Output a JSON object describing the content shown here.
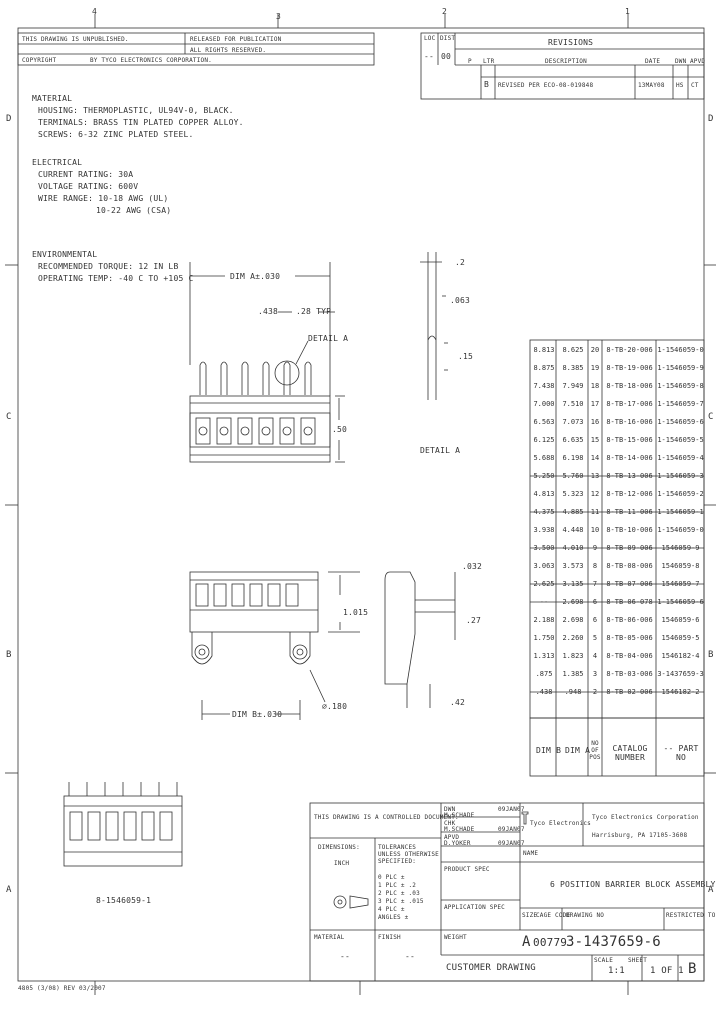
{
  "zones": {
    "top": [
      "4",
      "3",
      "2",
      "1"
    ],
    "left": [
      "D",
      "C",
      "B",
      "A"
    ],
    "right": [
      "D",
      "C",
      "B",
      "A"
    ]
  },
  "header": {
    "line1": "THIS DRAWING IS UNPUBLISHED.",
    "line2": "RELEASED FOR PUBLICATION",
    "line3": "ALL RIGHTS RESERVED.",
    "copyright": "COPYRIGHT",
    "by": "BY TYCO ELECTRONICS CORPORATION.",
    "loc": "LOC",
    "dist": "DIST",
    "loc_value": "--",
    "dist_value": "00"
  },
  "revisions": {
    "title": "REVISIONS",
    "columns": [
      "P",
      "LTR",
      "DESCRIPTION",
      "DATE",
      "DWN",
      "APVD"
    ],
    "rows": [
      {
        "ltr": "B",
        "description": "REVISED PER ECO-08-019848",
        "date": "13MAY08",
        "dwn": "HS",
        "apvd": "CT"
      }
    ]
  },
  "notes": {
    "material": "MATERIAL",
    "housing": "HOUSING: THERMOPLASTIC, UL94V-0, BLACK.",
    "terminals": "TERMINALS: BRASS TIN PLATED COPPER ALLOY.",
    "screws": "SCREWS: 6-32 ZINC PLATED STEEL.",
    "electrical": "ELECTRICAL",
    "current": "CURRENT RATING: 30A",
    "voltage": "VOLTAGE RATING: 600V",
    "wire1": "WIRE RANGE: 10-18 AWG (UL)",
    "wire2": "10-22 AWG (CSA)",
    "environmental": "ENVIRONMENTAL",
    "torque": "RECOMMENDED TORQUE: 12 IN LB",
    "temp": "OPERATING TEMP: -40 C TO +105 C"
  },
  "dims": {
    "dim_a": "DIM A±.030",
    "pitch_left": ".438",
    "pitch_typ": ".28 TYP",
    "detail_a": "DETAIL A",
    "height": ".50",
    "dim_2": ".2",
    "dim_063": ".063",
    "dim_15": ".15",
    "detail_a_label": "DETAIL A",
    "dim_b": "DIM B±.030",
    "dim_180": "⌀.180",
    "dim_1015": "1.015",
    "dim_032": ".032",
    "dim_27": ".27",
    "dim_42": ".42"
  },
  "part_table": {
    "rows": [
      {
        "b": "8.813",
        "a": "8.625",
        "n": "20",
        "cat": "8-TB-20-006",
        "pn": "1-1546059-0"
      },
      {
        "b": "8.875",
        "a": "8.385",
        "n": "19",
        "cat": "8-TB-19-006",
        "pn": "1-1546059-9"
      },
      {
        "b": "7.438",
        "a": "7.949",
        "n": "18",
        "cat": "8-TB-18-006",
        "pn": "1-1546059-8"
      },
      {
        "b": "7.000",
        "a": "7.510",
        "n": "17",
        "cat": "8-TB-17-006",
        "pn": "1-1546059-7"
      },
      {
        "b": "6.563",
        "a": "7.073",
        "n": "16",
        "cat": "8-TB-16-006",
        "pn": "1-1546059-6"
      },
      {
        "b": "6.125",
        "a": "6.635",
        "n": "15",
        "cat": "8-TB-15-006",
        "pn": "1-1546059-5"
      },
      {
        "b": "5.688",
        "a": "6.198",
        "n": "14",
        "cat": "8-TB-14-006",
        "pn": "1-1546059-4"
      },
      {
        "b": "5.250",
        "a": "5.760",
        "n": "13",
        "cat": "8-TB-13-006",
        "pn": "1-1546059-3"
      },
      {
        "b": "4.813",
        "a": "5.323",
        "n": "12",
        "cat": "8-TB-12-006",
        "pn": "1-1546059-2"
      },
      {
        "b": "4.375",
        "a": "4.885",
        "n": "11",
        "cat": "8-TB-11-006",
        "pn": "1-1546059-1"
      },
      {
        "b": "3.938",
        "a": "4.448",
        "n": "10",
        "cat": "8-TB-10-006",
        "pn": "1-1546059-0"
      },
      {
        "b": "3.500",
        "a": "4.010",
        "n": "9",
        "cat": "8-TB-09-006",
        "pn": "1546059-9"
      },
      {
        "b": "3.063",
        "a": "3.573",
        "n": "8",
        "cat": "8-TB-08-006",
        "pn": "1546059-8"
      },
      {
        "b": "2.625",
        "a": "3.135",
        "n": "7",
        "cat": "8-TB-07-006",
        "pn": "1546059-7"
      },
      {
        "b": "--",
        "a": "2.698",
        "n": "6",
        "cat": "8-TB-06-078",
        "pn": "1-1546059-6"
      },
      {
        "b": "2.188",
        "a": "2.698",
        "n": "6",
        "cat": "8-TB-06-006",
        "pn": "1546059-6"
      },
      {
        "b": "1.750",
        "a": "2.260",
        "n": "5",
        "cat": "8-TB-05-006",
        "pn": "1546059-5"
      },
      {
        "b": "1.313",
        "a": "1.823",
        "n": "4",
        "cat": "8-TB-04-006",
        "pn": "1546182-4"
      },
      {
        "b": ".875",
        "a": "1.385",
        "n": "3",
        "cat": "8-TB-03-006",
        "pn": "3-1437659-3"
      },
      {
        "b": ".438",
        "a": ".948",
        "n": "2",
        "cat": "8-TB-02-006",
        "pn": "1546182-2"
      }
    ],
    "header": {
      "b": "DIM B",
      "a": "DIM A",
      "n": "NO OF POS",
      "cat": "CATALOG NUMBER",
      "pn": "-- PART NO"
    }
  },
  "iso_label": "8-1546059-1",
  "title_block": {
    "spec_note": "THIS DRAWING IS A CONTROLLED DOCUMENT.",
    "dwn": "DWN",
    "dwn_name": "M.SCHADE",
    "dwn_date": "09JAN07",
    "chk": "CHK",
    "chk_name": "M.SCHADE",
    "chk_date": "09JAN07",
    "appvd": "APVD",
    "appvd_name": "D.YOKER",
    "appvd_date": "09JAN07",
    "dimensions": "DIMENSIONS:",
    "tol": "TOLERANCES UNLESS OTHERWISE SPECIFIED:",
    "inch": "INCH",
    "tol_values": [
      "0 PLC ±",
      "1 PLC ± .2",
      "2 PLC ± .03",
      "3 PLC ± .015",
      "4 PLC ±",
      "ANGLES ±"
    ],
    "prod_spec": "PRODUCT SPEC",
    "app_spec": "APPLICATION SPEC",
    "weight": "WEIGHT",
    "material": "MATERIAL",
    "finish": "FINISH",
    "material_value": "--",
    "finish_value": "--",
    "company": "Tyco Electronics Corporation",
    "address": "Harrisburg, PA 17105-3608",
    "brand": "Tyco Electronics",
    "name_label": "NAME",
    "title": "6 POSITION BARRIER BLOCK ASSEMBLY",
    "size": "A",
    "cage": "00779",
    "dwg_no": "3-1437659-6",
    "rev": "B",
    "scale_label": "SCALE",
    "scale": "1:1",
    "sheet_label": "SHEET",
    "sheet": "1 OF 1",
    "customer": "CUSTOMER DRAWING",
    "size_label": "SIZE",
    "cage_label": "CAGE CODE",
    "dwgno_label": "DRAWING NO",
    "restricted": "RESTRICTED TO"
  },
  "footer": "4805 (3/08) REV 03/2007"
}
